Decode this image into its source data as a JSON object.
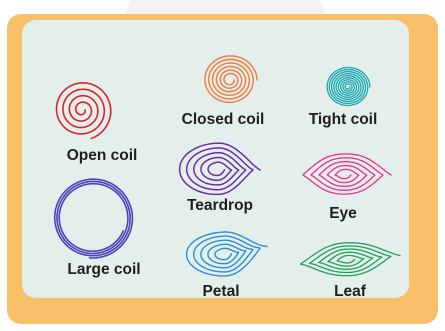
{
  "coil_types": [
    {
      "id": "open-coil",
      "label": "Open coil",
      "color": "#d9232e"
    },
    {
      "id": "closed-coil",
      "label": "Closed coil",
      "color": "#f07a3a"
    },
    {
      "id": "tight-coil",
      "label": "Tight coil",
      "color": "#16a7b0"
    },
    {
      "id": "large-coil",
      "label": "Large coil",
      "color": "#4a42b8"
    },
    {
      "id": "teardrop",
      "label": "Teardrop",
      "color": "#6a2fa8"
    },
    {
      "id": "eye",
      "label": "Eye",
      "color": "#ec2f8c"
    },
    {
      "id": "petal",
      "label": "Petal",
      "color": "#2b8fd6"
    },
    {
      "id": "leaf",
      "label": "Leaf",
      "color": "#22a060"
    }
  ]
}
